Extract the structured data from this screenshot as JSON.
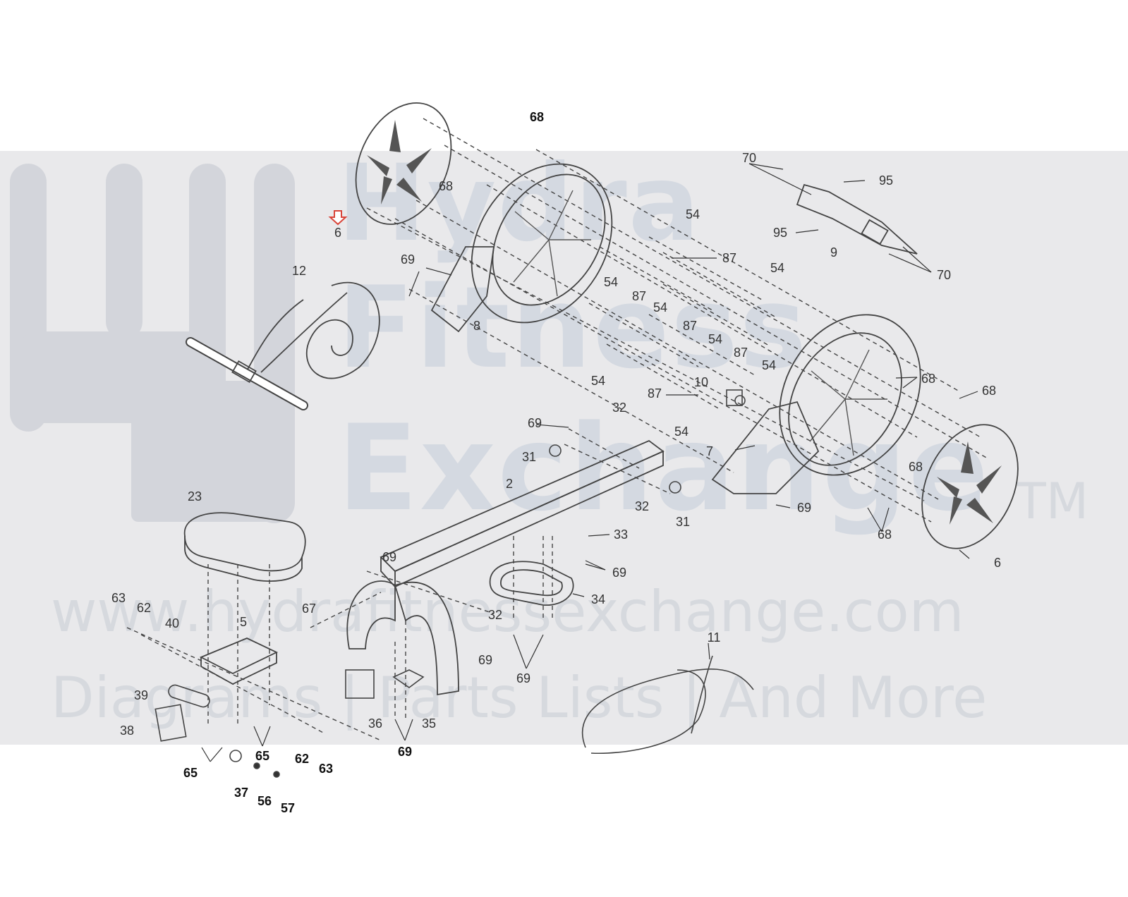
{
  "watermark": {
    "line1": "Hydra",
    "line2": "Fitness",
    "line3": "Exchange",
    "trademark": "TM",
    "url": "www.hydrafitnessexchange.com",
    "tagline": "Diagrams | Parts Lists | And More",
    "band_color": "#e9e9eb",
    "fork_color": "#d2d4da",
    "text_color": "#d4d9e1"
  },
  "highlight": {
    "part": "6",
    "marker_icon": "down-arrow-icon",
    "color": "#d9453a"
  },
  "callouts": [
    {
      "id": "c68a",
      "text": "68",
      "bold": true
    },
    {
      "id": "c70a",
      "text": "70"
    },
    {
      "id": "c95a",
      "text": "95"
    },
    {
      "id": "c95b",
      "text": "95"
    },
    {
      "id": "c9",
      "text": "9"
    },
    {
      "id": "c70b",
      "text": "70"
    },
    {
      "id": "c68b",
      "text": "68"
    },
    {
      "id": "c6a",
      "text": "6"
    },
    {
      "id": "c54a",
      "text": "54"
    },
    {
      "id": "c87a",
      "text": "87"
    },
    {
      "id": "c54b",
      "text": "54"
    },
    {
      "id": "c69a",
      "text": "69"
    },
    {
      "id": "c12",
      "text": "12"
    },
    {
      "id": "c54c",
      "text": "54"
    },
    {
      "id": "c87b",
      "text": "87"
    },
    {
      "id": "c54d",
      "text": "54"
    },
    {
      "id": "c8",
      "text": "8"
    },
    {
      "id": "c87c",
      "text": "87"
    },
    {
      "id": "c54e",
      "text": "54"
    },
    {
      "id": "c87d",
      "text": "87"
    },
    {
      "id": "c54f",
      "text": "54"
    },
    {
      "id": "c54g",
      "text": "54"
    },
    {
      "id": "c68c",
      "text": "68"
    },
    {
      "id": "c10",
      "text": "10"
    },
    {
      "id": "c87e",
      "text": "87"
    },
    {
      "id": "c68d",
      "text": "68"
    },
    {
      "id": "c54h",
      "text": "54"
    },
    {
      "id": "c69b",
      "text": "69"
    },
    {
      "id": "c32a",
      "text": "32"
    },
    {
      "id": "c7",
      "text": "7"
    },
    {
      "id": "c31a",
      "text": "31"
    },
    {
      "id": "c68e",
      "text": "68"
    },
    {
      "id": "c2",
      "text": "2"
    },
    {
      "id": "c32b",
      "text": "32"
    },
    {
      "id": "c23",
      "text": "23"
    },
    {
      "id": "c31b",
      "text": "31"
    },
    {
      "id": "c69c",
      "text": "69"
    },
    {
      "id": "c33",
      "text": "33"
    },
    {
      "id": "c68f",
      "text": "68"
    },
    {
      "id": "c69d",
      "text": "69"
    },
    {
      "id": "c6b",
      "text": "6"
    },
    {
      "id": "c69e",
      "text": "69"
    },
    {
      "id": "c34",
      "text": "34"
    },
    {
      "id": "c63a",
      "text": "63"
    },
    {
      "id": "c62a",
      "text": "62"
    },
    {
      "id": "c67",
      "text": "67"
    },
    {
      "id": "c40",
      "text": "40"
    },
    {
      "id": "c5",
      "text": "5"
    },
    {
      "id": "c32c",
      "text": "32"
    },
    {
      "id": "c69f",
      "text": "69"
    },
    {
      "id": "c69g",
      "text": "69"
    },
    {
      "id": "c11",
      "text": "11"
    },
    {
      "id": "c39",
      "text": "39"
    },
    {
      "id": "c36",
      "text": "36"
    },
    {
      "id": "c35",
      "text": "35"
    },
    {
      "id": "c38",
      "text": "38"
    },
    {
      "id": "c65a",
      "text": "65",
      "bold": true
    },
    {
      "id": "c62b",
      "text": "62",
      "bold": true
    },
    {
      "id": "c63b",
      "text": "63",
      "bold": true
    },
    {
      "id": "c69h",
      "text": "69",
      "bold": true
    },
    {
      "id": "c65b",
      "text": "65",
      "bold": true
    },
    {
      "id": "c37",
      "text": "37",
      "bold": true
    },
    {
      "id": "c56",
      "text": "56",
      "bold": true
    },
    {
      "id": "c57",
      "text": "57",
      "bold": true
    }
  ]
}
